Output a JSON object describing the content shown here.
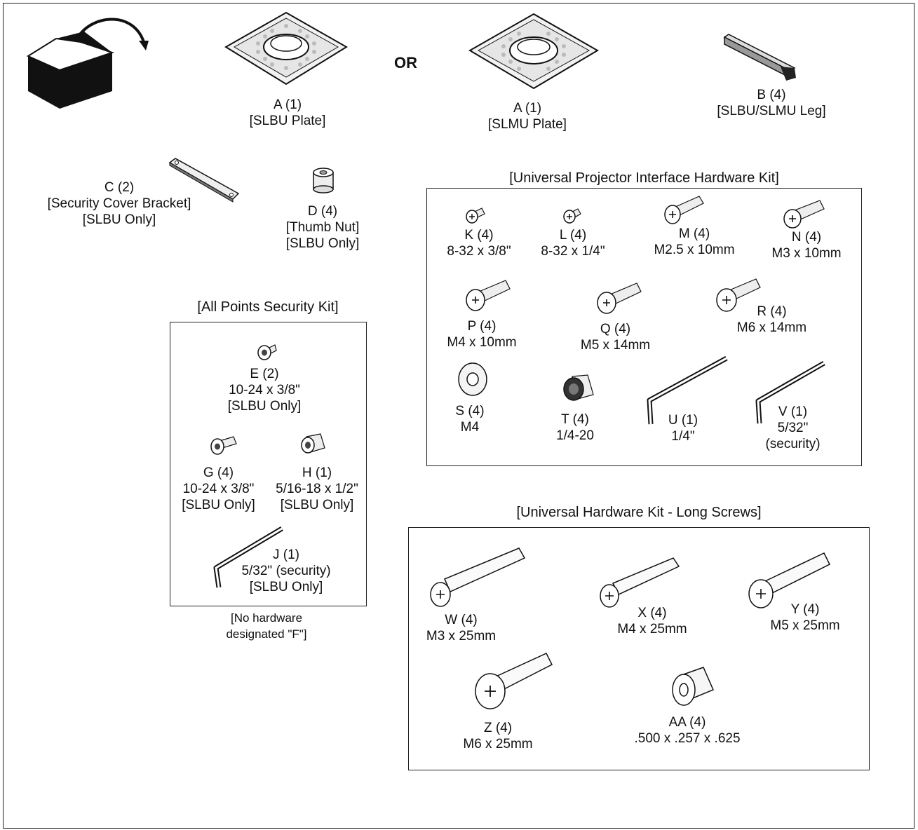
{
  "or_label": "OR",
  "note": [
    "[No hardware",
    "designated \"F\"]"
  ],
  "kits": {
    "security": "[All Points Security Kit]",
    "projector": "[Universal Projector Interface Hardware Kit]",
    "long": "[Universal Hardware Kit - Long Screws]"
  },
  "items": {
    "a1": [
      "A (1)",
      "[SLBU Plate]"
    ],
    "a2": [
      "A (1)",
      "[SLMU Plate]"
    ],
    "b": [
      "B (4)",
      "[SLBU/SLMU Leg]"
    ],
    "c": [
      "C (2)",
      "[Security Cover Bracket]",
      "[SLBU Only]"
    ],
    "d": [
      "D (4)",
      "[Thumb Nut]",
      "[SLBU Only]"
    ],
    "e": [
      "E (2)",
      "10-24 x 3/8\"",
      "[SLBU Only]"
    ],
    "g": [
      "G (4)",
      "10-24 x 3/8\"",
      "[SLBU Only]"
    ],
    "h": [
      "H (1)",
      "5/16-18 x 1/2\"",
      "[SLBU Only]"
    ],
    "j": [
      "J (1)",
      "5/32\" (security)",
      "[SLBU Only]"
    ],
    "k": [
      "K (4)",
      "8-32 x 3/8\""
    ],
    "l": [
      "L (4)",
      "8-32 x 1/4\""
    ],
    "m": [
      "M (4)",
      "M2.5 x 10mm"
    ],
    "n": [
      "N (4)",
      "M3 x 10mm"
    ],
    "p": [
      "P (4)",
      "M4 x 10mm"
    ],
    "q": [
      "Q (4)",
      "M5 x 14mm"
    ],
    "r": [
      "R (4)",
      "M6 x 14mm"
    ],
    "s": [
      "S (4)",
      "M4"
    ],
    "t": [
      "T (4)",
      "1/4-20"
    ],
    "u": [
      "U (1)",
      "1/4\""
    ],
    "v": [
      "V (1)",
      "5/32\"",
      "(security)"
    ],
    "w": [
      "W (4)",
      "M3 x 25mm"
    ],
    "x": [
      "X (4)",
      "M4 x 25mm"
    ],
    "y": [
      "Y (4)",
      "M5 x 25mm"
    ],
    "z": [
      "Z (4)",
      "M6 x 25mm"
    ],
    "aa": [
      "AA (4)",
      ".500 x .257 x .625"
    ]
  }
}
